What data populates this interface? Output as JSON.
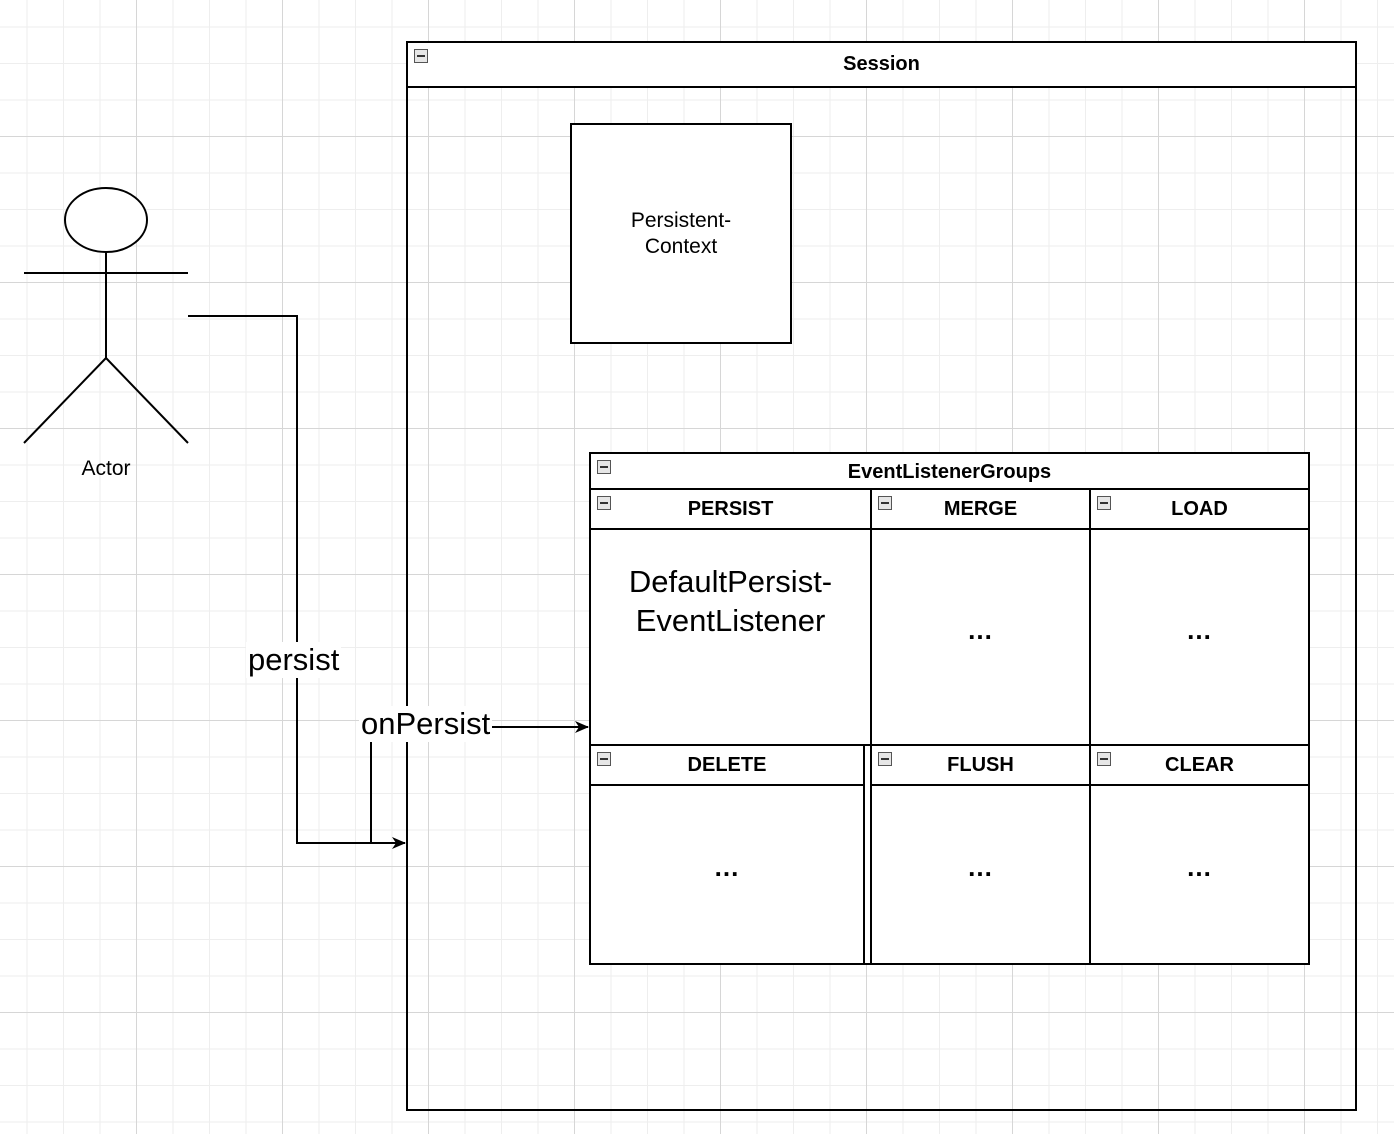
{
  "actor": {
    "label": "Actor"
  },
  "session": {
    "title": "Session"
  },
  "persistent_context": {
    "label_line1": "Persistent-",
    "label_line2": "Context"
  },
  "event_listener_groups": {
    "title": "EventListenerGroups",
    "cells": [
      {
        "title": "PERSIST",
        "content_line1": "DefaultPersist-",
        "content_line2": "EventListener"
      },
      {
        "title": "MERGE",
        "content": "..."
      },
      {
        "title": "LOAD",
        "content": "..."
      },
      {
        "title": "DELETE",
        "content": "..."
      },
      {
        "title": "FLUSH",
        "content": "..."
      },
      {
        "title": "CLEAR",
        "content": "..."
      }
    ]
  },
  "edges": {
    "persist_label": "persist",
    "on_persist_label": "onPersist"
  }
}
